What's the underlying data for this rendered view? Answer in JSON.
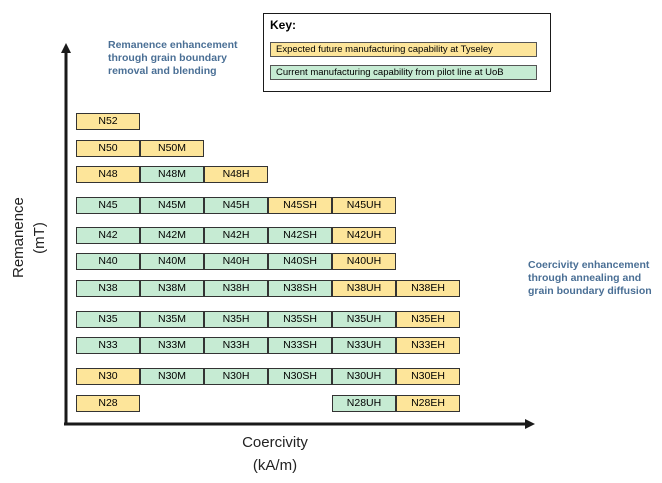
{
  "annotations": {
    "remanence": "Remanence enhancement through grain boundary removal and blending",
    "coercivity": "Coercivity enhancement through annealing and grain boundary diffusion"
  },
  "key": {
    "title": "Key:",
    "future": "Expected future manufacturing capability at Tyseley",
    "current": "Current manufacturing capability from pilot line at UoB"
  },
  "axes": {
    "y_label_line1": "Remanence",
    "y_label_line2": "(mT)",
    "x_label_line1": "Coercivity",
    "x_label_line2": "(kA/m)"
  },
  "colors": {
    "future": "#fde59a",
    "current": "#c6ebd3",
    "axis": "#1a1a1a"
  },
  "grades": [
    {
      "label": "N52",
      "row": 0,
      "col": 0,
      "status": "future"
    },
    {
      "label": "N50",
      "row": 1,
      "col": 0,
      "status": "future"
    },
    {
      "label": "N50M",
      "row": 1,
      "col": 1,
      "status": "future"
    },
    {
      "label": "N48",
      "row": 2,
      "col": 0,
      "status": "future"
    },
    {
      "label": "N48M",
      "row": 2,
      "col": 1,
      "status": "current"
    },
    {
      "label": "N48H",
      "row": 2,
      "col": 2,
      "status": "future"
    },
    {
      "label": "N45",
      "row": 3,
      "col": 0,
      "status": "current"
    },
    {
      "label": "N45M",
      "row": 3,
      "col": 1,
      "status": "current"
    },
    {
      "label": "N45H",
      "row": 3,
      "col": 2,
      "status": "current"
    },
    {
      "label": "N45SH",
      "row": 3,
      "col": 3,
      "status": "future"
    },
    {
      "label": "N45UH",
      "row": 3,
      "col": 4,
      "status": "future"
    },
    {
      "label": "N42",
      "row": 4,
      "col": 0,
      "status": "current"
    },
    {
      "label": "N42M",
      "row": 4,
      "col": 1,
      "status": "current"
    },
    {
      "label": "N42H",
      "row": 4,
      "col": 2,
      "status": "current"
    },
    {
      "label": "N42SH",
      "row": 4,
      "col": 3,
      "status": "current"
    },
    {
      "label": "N42UH",
      "row": 4,
      "col": 4,
      "status": "future"
    },
    {
      "label": "N40",
      "row": 5,
      "col": 0,
      "status": "current"
    },
    {
      "label": "N40M",
      "row": 5,
      "col": 1,
      "status": "current"
    },
    {
      "label": "N40H",
      "row": 5,
      "col": 2,
      "status": "current"
    },
    {
      "label": "N40SH",
      "row": 5,
      "col": 3,
      "status": "current"
    },
    {
      "label": "N40UH",
      "row": 5,
      "col": 4,
      "status": "future"
    },
    {
      "label": "N38",
      "row": 6,
      "col": 0,
      "status": "current"
    },
    {
      "label": "N38M",
      "row": 6,
      "col": 1,
      "status": "current"
    },
    {
      "label": "N38H",
      "row": 6,
      "col": 2,
      "status": "current"
    },
    {
      "label": "N38SH",
      "row": 6,
      "col": 3,
      "status": "current"
    },
    {
      "label": "N38UH",
      "row": 6,
      "col": 4,
      "status": "future"
    },
    {
      "label": "N38EH",
      "row": 6,
      "col": 5,
      "status": "future"
    },
    {
      "label": "N35",
      "row": 7,
      "col": 0,
      "status": "current"
    },
    {
      "label": "N35M",
      "row": 7,
      "col": 1,
      "status": "current"
    },
    {
      "label": "N35H",
      "row": 7,
      "col": 2,
      "status": "current"
    },
    {
      "label": "N35SH",
      "row": 7,
      "col": 3,
      "status": "current"
    },
    {
      "label": "N35UH",
      "row": 7,
      "col": 4,
      "status": "current"
    },
    {
      "label": "N35EH",
      "row": 7,
      "col": 5,
      "status": "future"
    },
    {
      "label": "N33",
      "row": 8,
      "col": 0,
      "status": "current"
    },
    {
      "label": "N33M",
      "row": 8,
      "col": 1,
      "status": "current"
    },
    {
      "label": "N33H",
      "row": 8,
      "col": 2,
      "status": "current"
    },
    {
      "label": "N33SH",
      "row": 8,
      "col": 3,
      "status": "current"
    },
    {
      "label": "N33UH",
      "row": 8,
      "col": 4,
      "status": "current"
    },
    {
      "label": "N33EH",
      "row": 8,
      "col": 5,
      "status": "future"
    },
    {
      "label": "N30",
      "row": 9,
      "col": 0,
      "status": "future"
    },
    {
      "label": "N30M",
      "row": 9,
      "col": 1,
      "status": "current"
    },
    {
      "label": "N30H",
      "row": 9,
      "col": 2,
      "status": "current"
    },
    {
      "label": "N30SH",
      "row": 9,
      "col": 3,
      "status": "current"
    },
    {
      "label": "N30UH",
      "row": 9,
      "col": 4,
      "status": "current"
    },
    {
      "label": "N30EH",
      "row": 9,
      "col": 5,
      "status": "future"
    },
    {
      "label": "N28",
      "row": 10,
      "col": 0,
      "status": "future"
    },
    {
      "label": "N28UH",
      "row": 10,
      "col": 4,
      "status": "current"
    },
    {
      "label": "N28EH",
      "row": 10,
      "col": 5,
      "status": "future"
    }
  ]
}
